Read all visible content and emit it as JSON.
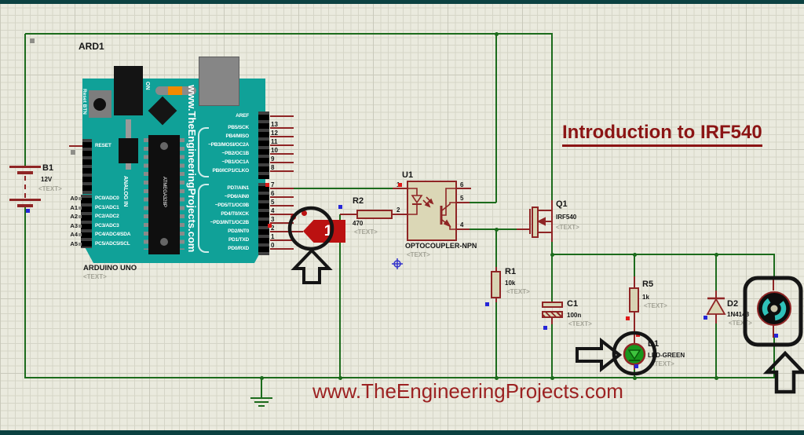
{
  "title": "Introduction to IRF540",
  "watermark": "www.TheEngineeringProjects.com",
  "text_placeholder": "<TEXT>",
  "colors": {
    "wire_green": "#1c6b1c",
    "component_red": "#8f2525",
    "board_teal": "#10a198",
    "title_red": "#8b1414",
    "probe_red": "#bb1111",
    "led_green": "#18961c",
    "motor_cyan": "#2fc1b9"
  },
  "annotations": {
    "probe_value": "1"
  },
  "arduino": {
    "ref": "ARD1",
    "name": "ARDUINO UNO",
    "board_watermark": "www.TheEngineeringProjects.com",
    "reset_button_label": "Reset BTN",
    "on_label": "ON",
    "reset_pin_label": "RESET",
    "analog_in_label": "ANALOG IN",
    "chip_label": "ATMEGA328P",
    "right_labels_top": [
      "AREF",
      "PB5/SCK",
      "PB4/MISO",
      "~PB3/MOSI/OC2A",
      "~PB2/OC1B",
      "~PB1/OC1A",
      "PB0/ICP1/CLKO"
    ],
    "right_numbers_top": [
      "13",
      "12",
      "11",
      "10",
      "9",
      "8"
    ],
    "right_labels_bottom": [
      "PD7/AIN1",
      "~PD6/AIN0",
      "~PD5/T1/OC0B",
      "PD4/T0/XCK",
      "~PD3/INT1/OC2B",
      "PD2/INT0",
      "PD1/TXD",
      "PD0/RXD"
    ],
    "right_numbers_bottom": [
      "7",
      "6",
      "5",
      "4",
      "3",
      "2",
      "1",
      "0"
    ],
    "analog_outer": [
      "A0",
      "A1",
      "A2",
      "A3",
      "A4",
      "A5"
    ],
    "analog_inner": [
      "PC0/ADC0",
      "PC1/ADC1",
      "PC2/ADC2",
      "PC3/ADC3",
      "PC4/ADC4/SDA",
      "PC5/ADC5/SCL"
    ]
  },
  "components": {
    "b1": {
      "ref": "B1",
      "value": "12V"
    },
    "r2": {
      "ref": "R2",
      "value": "470"
    },
    "u1": {
      "ref": "U1",
      "value": "OPTOCOUPLER-NPN",
      "pin1": "1",
      "pin2": "2",
      "pin6": "6",
      "pin5": "5",
      "pin4": "4"
    },
    "q1": {
      "ref": "Q1",
      "value": "IRF540"
    },
    "r1": {
      "ref": "R1",
      "value": "10k"
    },
    "c1": {
      "ref": "C1",
      "value": "100n"
    },
    "r5": {
      "ref": "R5",
      "value": "1k"
    },
    "d1": {
      "ref": "D1",
      "value": "LED-GREEN"
    },
    "d2": {
      "ref": "D2",
      "value": "1N4148"
    }
  }
}
